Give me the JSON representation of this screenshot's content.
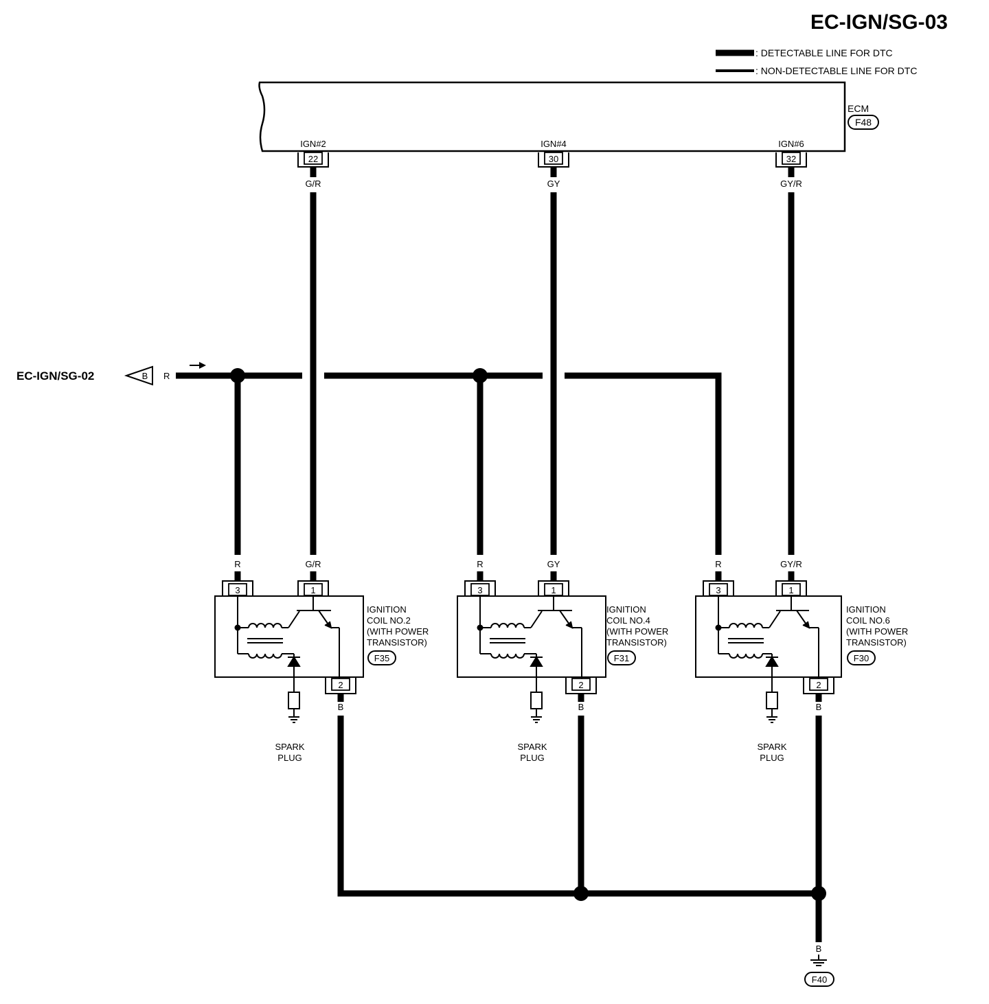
{
  "page_id": "EC-IGN/SG-03",
  "legend": {
    "detectable": ": DETECTABLE LINE FOR DTC",
    "non_detectable": ": NON-DETECTABLE LINE FOR DTC"
  },
  "ecm": {
    "name": "ECM",
    "connector": "F48",
    "terminals": [
      {
        "signal": "IGN#2",
        "pin": "22",
        "wire": "G/R"
      },
      {
        "signal": "IGN#4",
        "pin": "30",
        "wire": "GY"
      },
      {
        "signal": "IGN#6",
        "pin": "32",
        "wire": "GY/R"
      }
    ]
  },
  "source": {
    "page_ref": "EC-IGN/SG-02",
    "connector_letter": "B",
    "wire": "R"
  },
  "coils": [
    {
      "pin_a": "3",
      "wire_a": "R",
      "pin_b": "1",
      "wire_b": "G/R",
      "pin_c": "2",
      "wire_c": "B",
      "label": [
        "IGNITION",
        "COIL NO.2",
        "(WITH POWER",
        "TRANSISTOR)"
      ],
      "connector": "F35",
      "plug_label": [
        "SPARK",
        "PLUG"
      ]
    },
    {
      "pin_a": "3",
      "wire_a": "R",
      "pin_b": "1",
      "wire_b": "GY",
      "pin_c": "2",
      "wire_c": "B",
      "label": [
        "IGNITION",
        "COIL NO.4",
        "(WITH POWER",
        "TRANSISTOR)"
      ],
      "connector": "F31",
      "plug_label": [
        "SPARK",
        "PLUG"
      ]
    },
    {
      "pin_a": "3",
      "wire_a": "R",
      "pin_b": "1",
      "wire_b": "GY/R",
      "pin_c": "2",
      "wire_c": "B",
      "label": [
        "IGNITION",
        "COIL NO.6",
        "(WITH POWER",
        "TRANSISTOR)"
      ],
      "connector": "F30",
      "plug_label": [
        "SPARK",
        "PLUG"
      ]
    }
  ],
  "ground": {
    "wire": "B",
    "connector": "F40"
  }
}
